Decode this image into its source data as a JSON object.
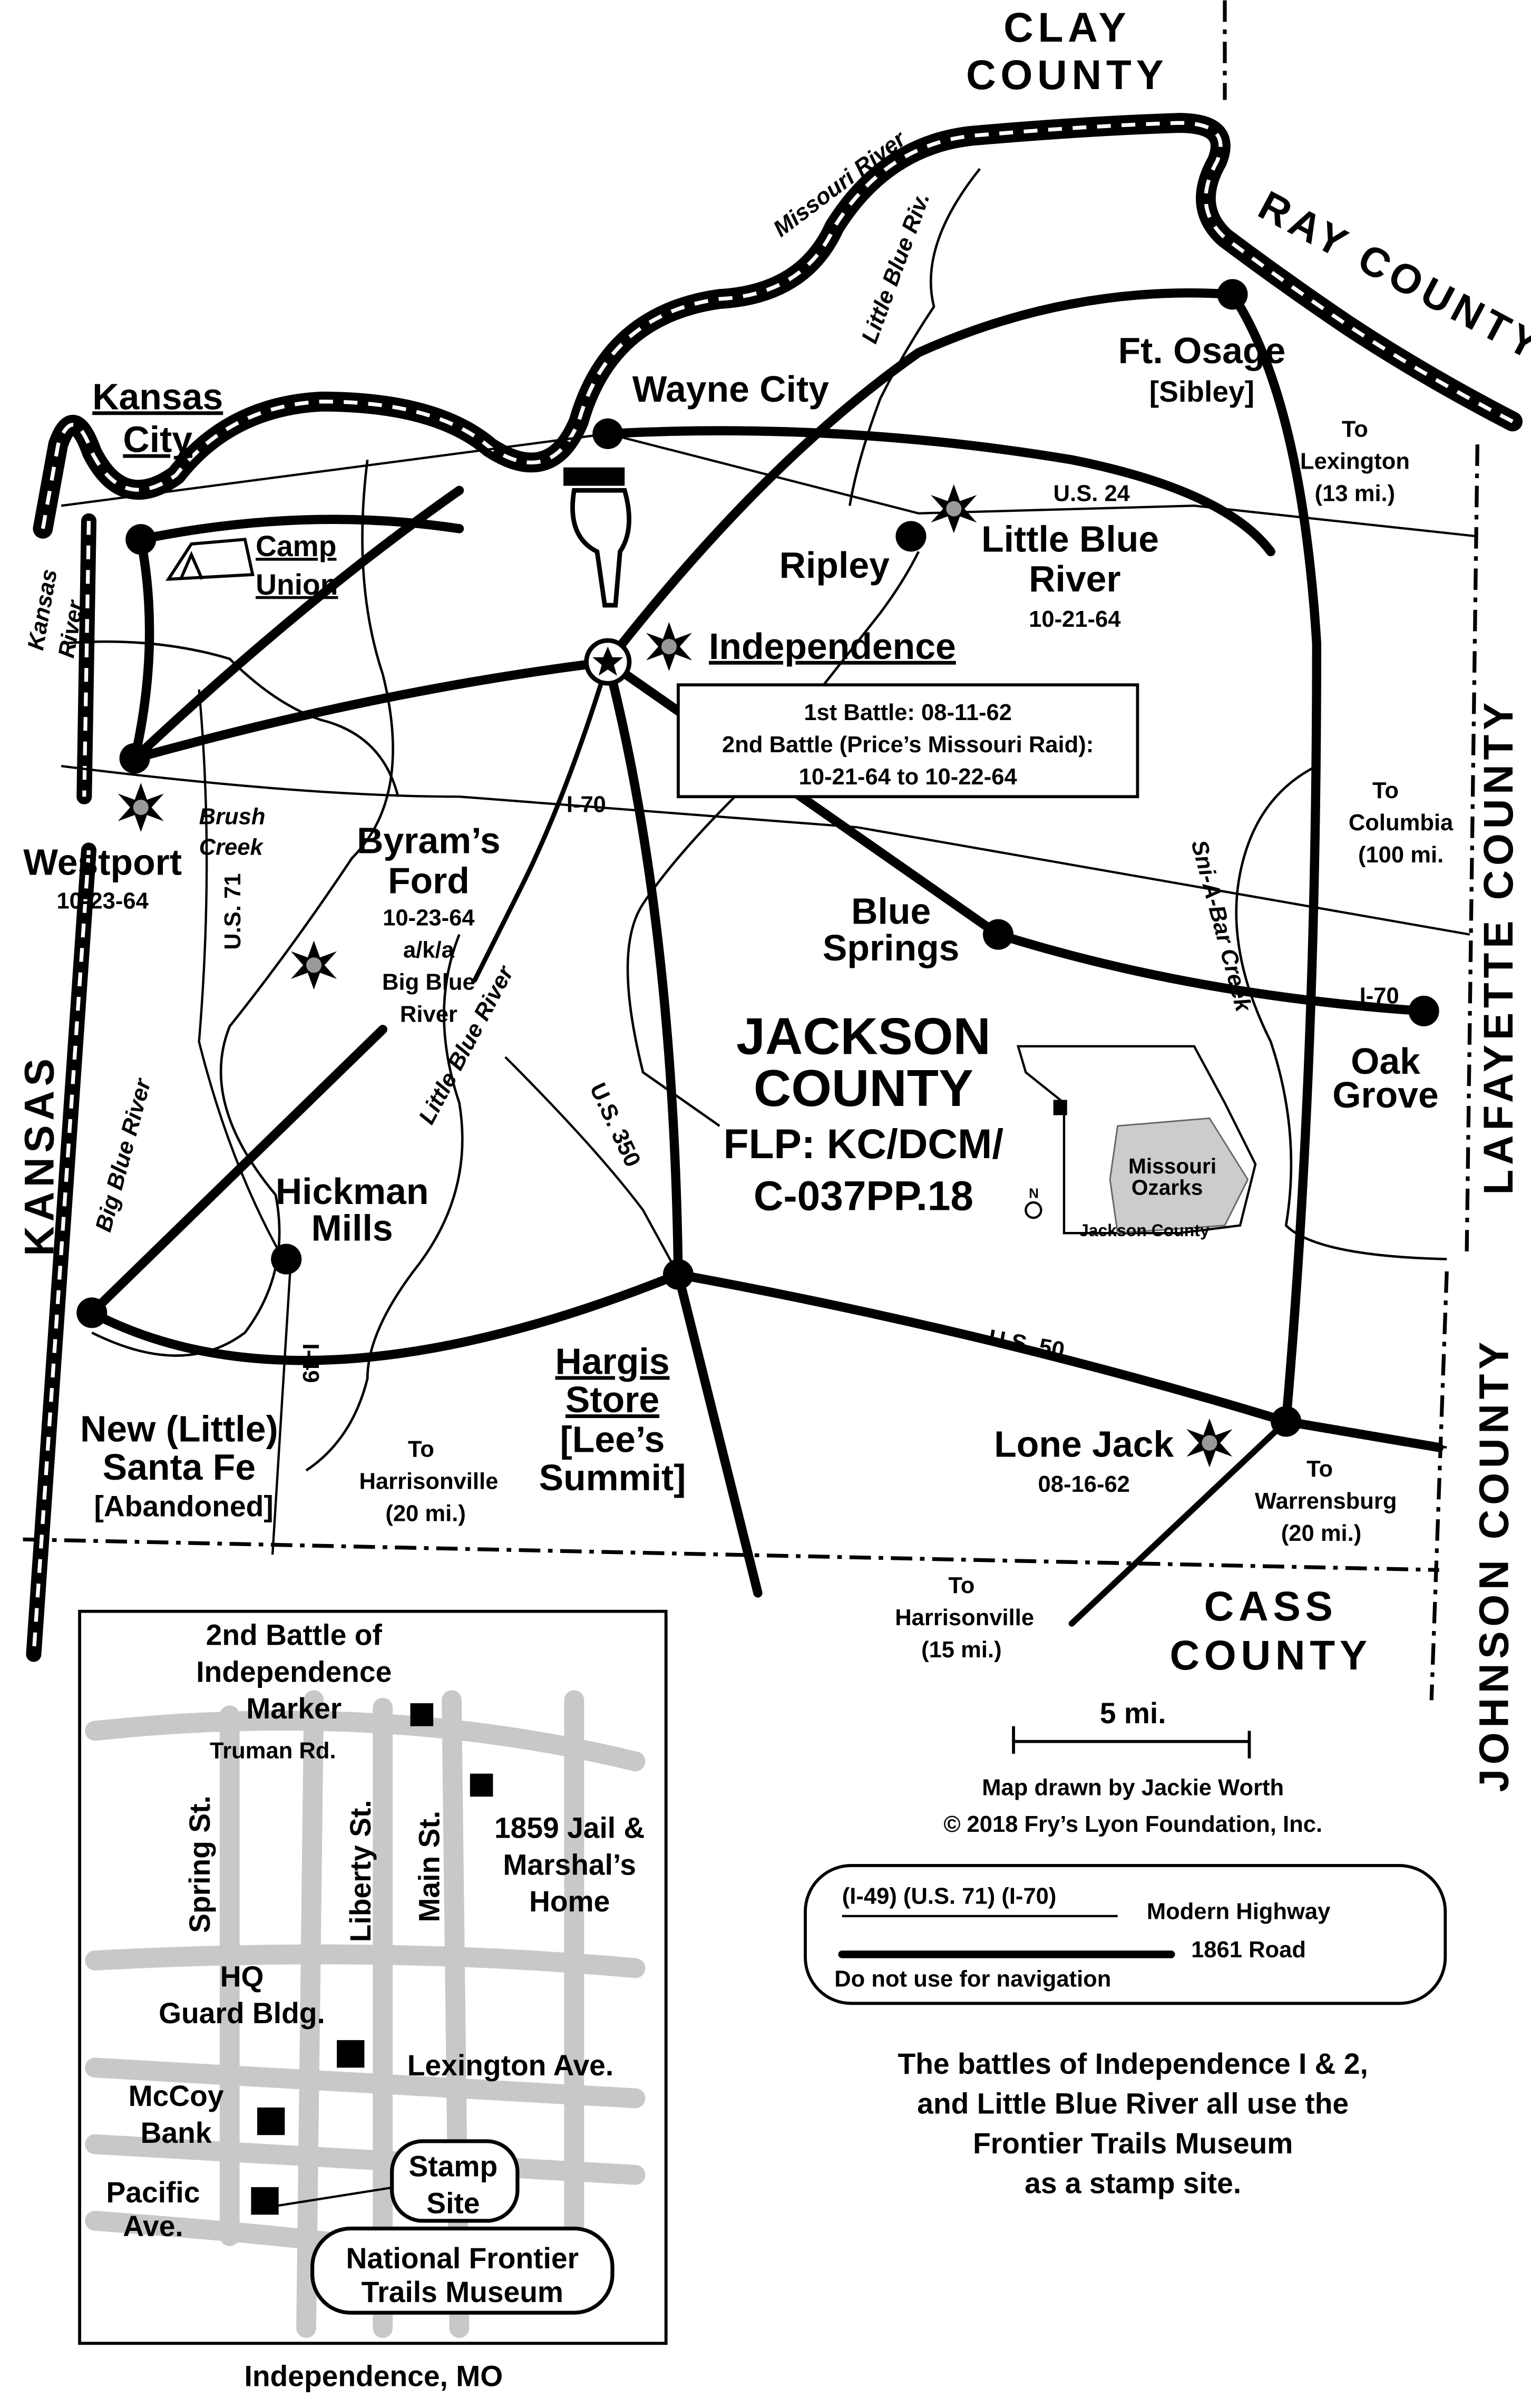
{
  "counties": {
    "clay": [
      "CLAY",
      "COUNTY"
    ],
    "ray": "RAY COUNTY",
    "lafayette": "LAFAYETTE COUNTY",
    "johnson": "JOHNSON COUNTY",
    "cass": [
      "CASS",
      "COUNTY"
    ],
    "kansas": "KANSAS",
    "jackson": [
      "JACKSON",
      "COUNTY",
      "FLP: KC/DCM/",
      "C-037PP.18"
    ]
  },
  "rivers": {
    "missouri": "Missouri River",
    "kansas": [
      "Kansas",
      "River"
    ],
    "little_blue_north": "Little Blue Riv.",
    "little_blue_south": "Little Blue River",
    "big_blue": "Big Blue River",
    "brush_creek": [
      "Brush",
      "Creek"
    ],
    "sni_a_bar": "Sni-A-Bar Creek"
  },
  "highways": {
    "us24": "U.S. 24",
    "i70_west": "I-70",
    "i70_east": "I-70",
    "us71": "U.S. 71",
    "us350": "U.S. 350",
    "i49": "I-49",
    "us50": "U.S. 50"
  },
  "places": {
    "kansas_city": [
      "Kansas",
      "City"
    ],
    "camp_union": [
      "Camp",
      "Union"
    ],
    "wayne_city": "Wayne City",
    "ft_osage": [
      "Ft. Osage",
      "[Sibley]"
    ],
    "to_lexington": [
      "To",
      "Lexington",
      "(13 mi.)"
    ],
    "ripley": "Ripley",
    "little_blue_river": [
      "Little Blue",
      "River",
      "10-21-64"
    ],
    "independence": "Independence",
    "independence_battles": [
      "1st Battle: 08-11-62",
      "2nd Battle (Price’s Missouri Raid):",
      "10-21-64 to 10-22-64"
    ],
    "westport": [
      "Westport",
      "10-23-64"
    ],
    "byrams_ford": [
      "Byram’s",
      "Ford",
      "10-23-64",
      "a/k/a",
      "Big Blue",
      "River"
    ],
    "to_columbia": [
      "To",
      "Columbia",
      "(100 mi."
    ],
    "blue_springs": [
      "Blue",
      "Springs"
    ],
    "oak_grove": [
      "Oak",
      "Grove"
    ],
    "hickman_mills": [
      "Hickman",
      "Mills"
    ],
    "new_santa_fe": [
      "New (Little)",
      "Santa Fe",
      "[Abandoned]"
    ],
    "to_harrisonville_west": [
      "To",
      "Harrisonville",
      "(20 mi.)"
    ],
    "hargis_store": [
      "Hargis",
      "Store",
      "[Lee’s",
      "Summit]"
    ],
    "lone_jack": [
      "Lone Jack",
      "08-16-62"
    ],
    "to_warrensburg": [
      "To",
      "Warrensburg",
      "(20 mi.)"
    ],
    "to_harrisonville_east": [
      "To",
      "Harrisonville",
      "(15 mi.)"
    ]
  },
  "locator_map": {
    "region": [
      "Missouri",
      "Ozarks"
    ],
    "north": "N",
    "caption": "Jackson County"
  },
  "scale": "5 mi.",
  "credits": [
    "Map drawn by Jackie Worth",
    "© 2018 Fry’s Lyon Foundation, Inc."
  ],
  "legend": {
    "modern_sample": "(I-49) (U.S. 71) (I-70)",
    "modern_label": "Modern Highway",
    "road_label": "1861 Road",
    "warning": "Do not use for navigation"
  },
  "note": [
    "The battles of Independence I & 2,",
    "and Little Blue River all use the",
    "Frontier Trails Museum",
    "as a stamp site."
  ],
  "inset": {
    "marker": [
      "2nd Battle of",
      "Independence",
      "Marker"
    ],
    "truman": "Truman Rd.",
    "spring": "Spring St.",
    "liberty": "Liberty St.",
    "main": "Main St.",
    "jail": [
      "1859 Jail &",
      "Marshal’s",
      "Home"
    ],
    "hq": [
      "HQ",
      "Guard Bldg."
    ],
    "lexington": "Lexington Ave.",
    "mccoy": [
      "McCoy",
      "Bank"
    ],
    "pacific": [
      "Pacific",
      "Ave."
    ],
    "stamp": [
      "Stamp",
      "Site"
    ],
    "museum": [
      "National Frontier",
      "Trails Museum"
    ],
    "caption": "Independence, MO"
  }
}
